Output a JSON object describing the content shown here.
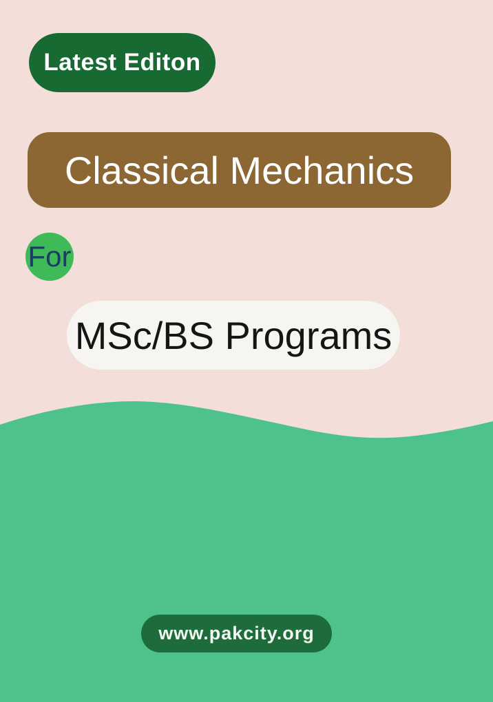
{
  "badge": {
    "label": "Latest Editon"
  },
  "title": {
    "text": "Classical Mechanics"
  },
  "for_circle": {
    "text": "For"
  },
  "subtitle": {
    "text": "MSc/BS Programs"
  },
  "website": {
    "url": "www.pakcity.org"
  },
  "colors": {
    "background_pink": "#f4ded9",
    "badge_green": "#186a33",
    "title_brown": "#8d6733",
    "circle_green": "#3fba58",
    "for_text_navy": "#1c3b66",
    "subtitle_bg": "#f7f5f2",
    "subtitle_text": "#151515",
    "wave_green": "#4ec28b",
    "website_pill_green": "#1e6c3b",
    "website_text": "#f2f8f2"
  }
}
